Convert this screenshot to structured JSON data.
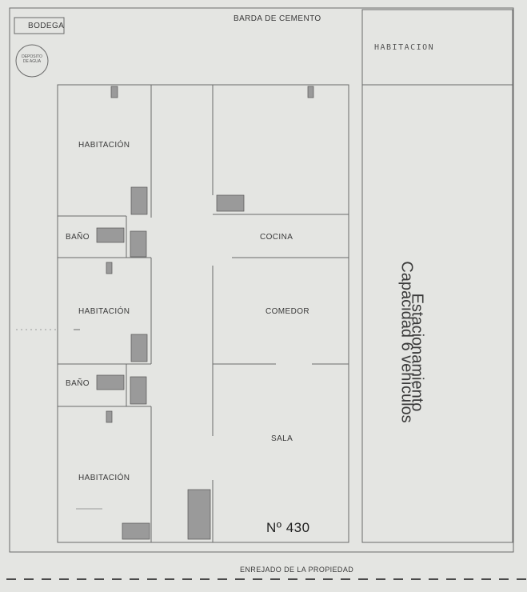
{
  "labels": {
    "bodega": "BODEGA",
    "barda": "BARDA DE CEMENTO",
    "deposito_line1": "DEPOSITO",
    "deposito_line2": "DE AGUA",
    "habitacion_top_right": "HABITACION",
    "habitacion_1": "HABITACIÓN",
    "bano_1": "BAÑO",
    "habitacion_2": "HABITACIÓN",
    "bano_2": "BAÑO",
    "habitacion_3": "HABITACIÓN",
    "cocina": "COCINA",
    "comedor": "COMEDOR",
    "sala": "SALA",
    "numero": "Nº 430",
    "estacionamiento_line1": "Estacionamiento",
    "estacionamiento_line2": "Capacidad 6 vehículos",
    "enrejado": "ENREJADO DE LA PROPIEDAD"
  },
  "colors": {
    "background": "#e4e5e2",
    "line": "#6a6a6a",
    "fixture": "#8a8a8a"
  }
}
